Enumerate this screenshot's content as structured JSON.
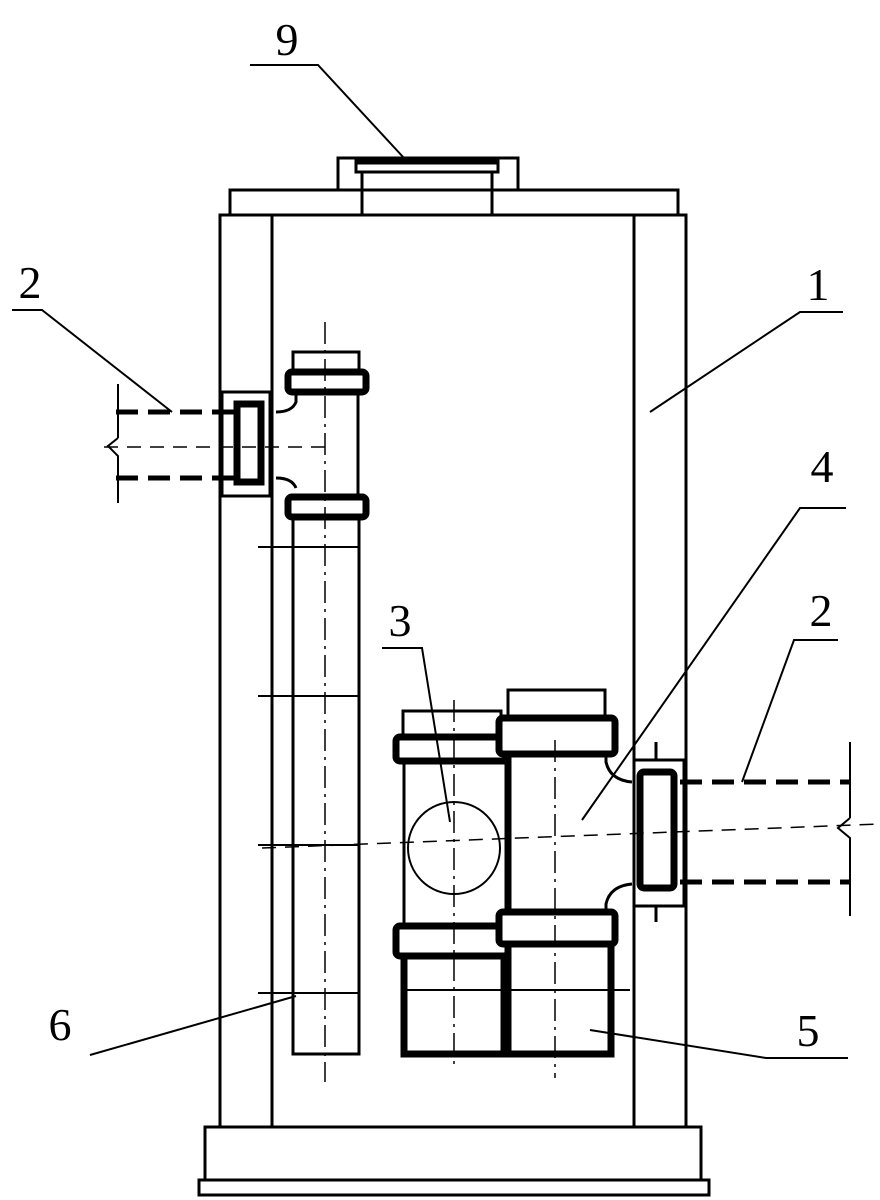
{
  "diagram": {
    "labels": {
      "housing": "1",
      "pipe_left": "2",
      "pipe_right": "2",
      "inspection_port": "3",
      "tee_fitting": "4",
      "outlet_pipe": "5",
      "riser_pipe": "6",
      "cover": "9"
    }
  }
}
